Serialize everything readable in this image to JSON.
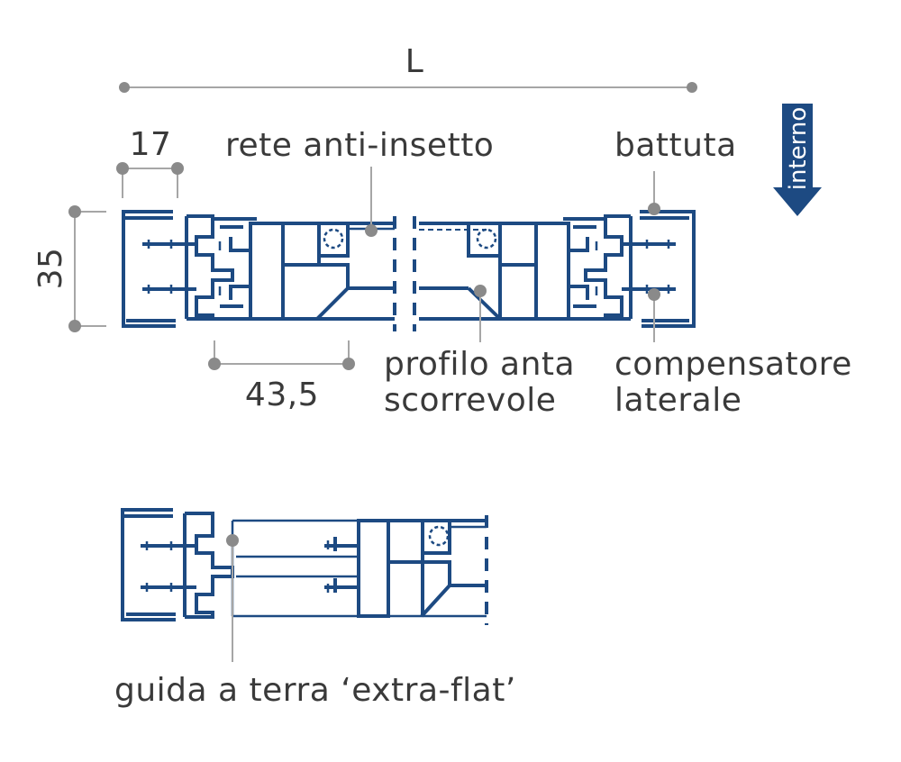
{
  "dimensions": {
    "length": "L",
    "width_17": "17",
    "height_35": "35",
    "depth_43_5": "43,5"
  },
  "labels": {
    "rete": "rete anti-insetto",
    "battuta": "battuta",
    "profilo_line1": "profilo anta",
    "profilo_line2": "scorrevole",
    "compensatore_line1": "compensatore",
    "compensatore_line2": "laterale",
    "guida": "guida a terra ‘extra-flat’"
  },
  "direction_arrow": {
    "text": "interno",
    "color": "#1d4a82"
  },
  "colors": {
    "profile": "#1d4a82",
    "dimension": "#a6a6a6",
    "text": "#3a3a3a"
  }
}
